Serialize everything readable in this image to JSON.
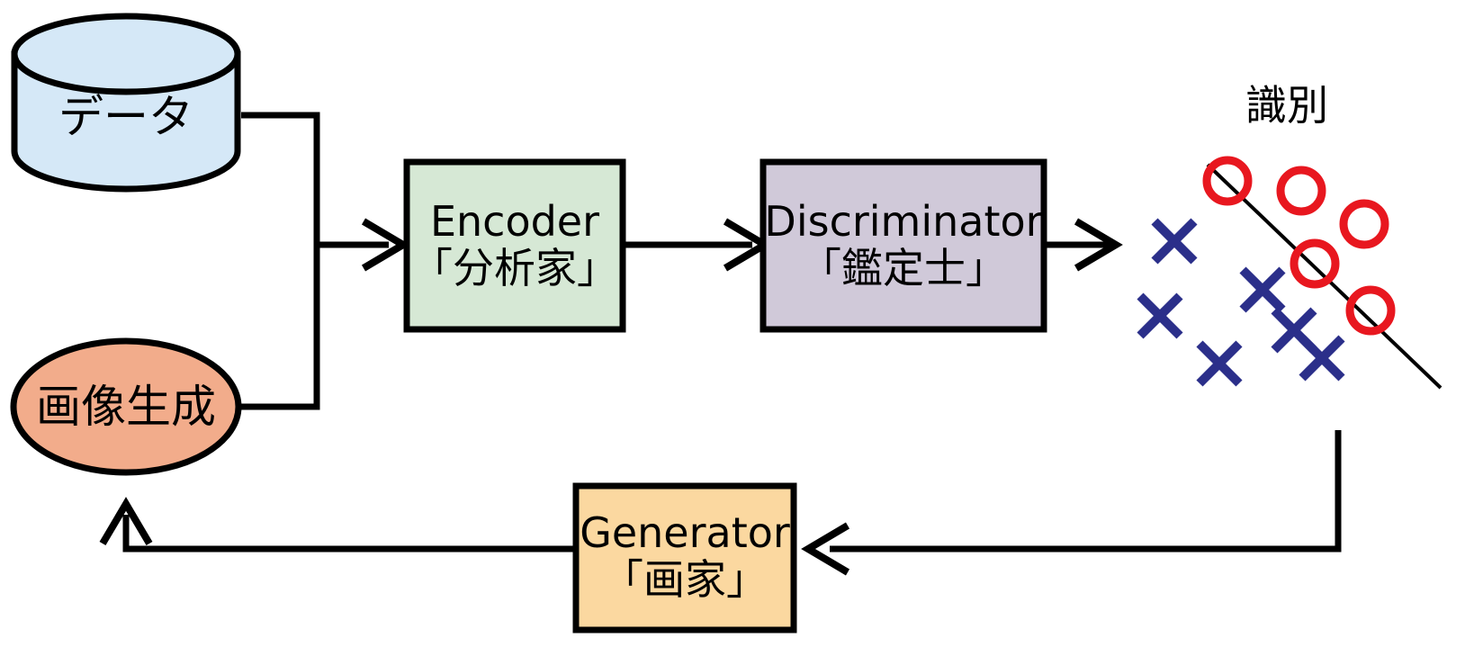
{
  "diagram": {
    "title_text": "識別",
    "nodes": [
      {
        "id": "data",
        "shape": "cylinder",
        "name": "データ",
        "sub": "",
        "fill": "#d5e8f7",
        "stroke": "#000000"
      },
      {
        "id": "image_gen",
        "shape": "ellipse",
        "name": "画像生成",
        "sub": "",
        "fill": "#f2ac8b",
        "stroke": "#000000"
      },
      {
        "id": "encoder",
        "shape": "rect",
        "name": "Encoder",
        "sub": "「分析家」",
        "fill": "#d6e8d5",
        "stroke": "#000000"
      },
      {
        "id": "discriminator",
        "shape": "rect",
        "name": "Discriminator",
        "sub": "「鑑定士」",
        "fill": "#d0c9d9",
        "stroke": "#000000"
      },
      {
        "id": "generator",
        "shape": "rect",
        "name": "Generator",
        "sub": "「画家」",
        "fill": "#fbd8a0",
        "stroke": "#000000"
      }
    ],
    "edges": [
      {
        "id": "data-to-encoder",
        "from": "data",
        "to": "encoder",
        "label": ""
      },
      {
        "id": "imagegen-to-encoder",
        "from": "image_gen",
        "to": "encoder",
        "label": ""
      },
      {
        "id": "encoder-to-discriminator",
        "from": "encoder",
        "to": "discriminator",
        "label": ""
      },
      {
        "id": "discriminator-to-result",
        "from": "discriminator",
        "to": "classification",
        "label": ""
      },
      {
        "id": "result-to-generator",
        "from": "classification",
        "to": "generator",
        "label": ""
      },
      {
        "id": "generator-to-imagegen",
        "from": "generator",
        "to": "image_gen",
        "label": ""
      }
    ]
  },
  "chart_data": {
    "type": "scatter",
    "title": "識別",
    "xlabel": "",
    "ylabel": "",
    "grid": false,
    "legend": "none",
    "decision_boundary": {
      "x1": 1342,
      "y1": 183,
      "x2": 1601,
      "y2": 431,
      "color": "#000000"
    },
    "series": [
      {
        "name": "circle-class",
        "marker": "circle",
        "color": "#e8171f",
        "points": [
          [
            1364,
            201
          ],
          [
            1446,
            212
          ],
          [
            1516,
            249
          ],
          [
            1461,
            293
          ],
          [
            1523,
            345
          ]
        ]
      },
      {
        "name": "cross-class",
        "marker": "cross",
        "color": "#2b2f8a",
        "points": [
          [
            1305,
            268
          ],
          [
            1403,
            322
          ],
          [
            1289,
            351
          ],
          [
            1438,
            367
          ],
          [
            1355,
            404
          ],
          [
            1469,
            398
          ]
        ]
      }
    ]
  },
  "colors": {
    "cylinder_fill": "#d5e8f7",
    "ellipse_fill": "#f2ac8b",
    "encoder_fill": "#d6e8d5",
    "discriminator_fill": "#d0c9d9",
    "generator_fill": "#fbd8a0",
    "stroke": "#000000",
    "circle_marker": "#e8171f",
    "cross_marker": "#2b2f8a",
    "background": "#ffffff"
  }
}
